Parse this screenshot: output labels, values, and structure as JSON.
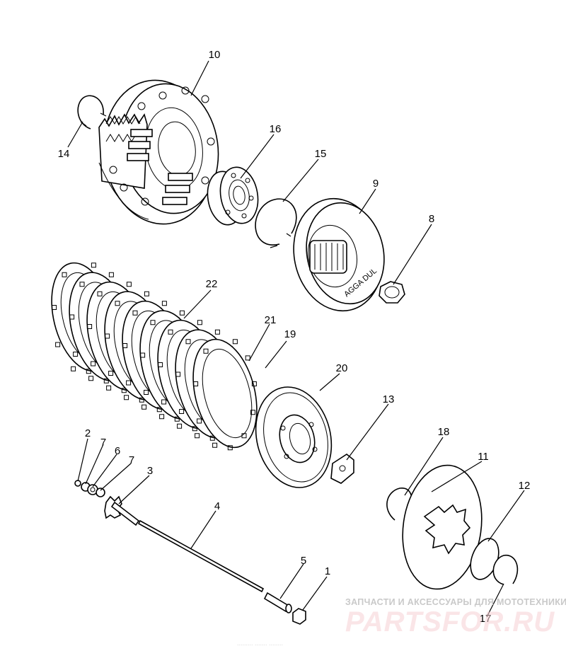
{
  "diagram": {
    "callouts": [
      {
        "id": "10",
        "label": "10"
      },
      {
        "id": "14",
        "label": "14"
      },
      {
        "id": "16",
        "label": "16"
      },
      {
        "id": "15",
        "label": "15"
      },
      {
        "id": "9",
        "label": "9"
      },
      {
        "id": "8",
        "label": "8"
      },
      {
        "id": "22",
        "label": "22"
      },
      {
        "id": "21",
        "label": "21"
      },
      {
        "id": "19",
        "label": "19"
      },
      {
        "id": "20",
        "label": "20"
      },
      {
        "id": "13",
        "label": "13"
      },
      {
        "id": "18",
        "label": "18"
      },
      {
        "id": "11",
        "label": "11"
      },
      {
        "id": "12",
        "label": "12"
      },
      {
        "id": "17",
        "label": "17"
      },
      {
        "id": "2",
        "label": "2"
      },
      {
        "id": "7a",
        "label": "7"
      },
      {
        "id": "6",
        "label": "6"
      },
      {
        "id": "7b",
        "label": "7"
      },
      {
        "id": "3",
        "label": "3"
      },
      {
        "id": "4",
        "label": "4"
      },
      {
        "id": "5",
        "label": "5"
      },
      {
        "id": "1",
        "label": "1"
      }
    ],
    "clutch_plate_count": 9
  },
  "watermark": {
    "tagline": "ЗАПЧАСТИ И АКСЕССУАРЫ ДЛЯ МОТОТЕХНИКИ",
    "brand": "PARTSFOR.RU",
    "brand_color": "#e8919c"
  },
  "footer": {
    "faint_text": "......... ....... ........"
  }
}
